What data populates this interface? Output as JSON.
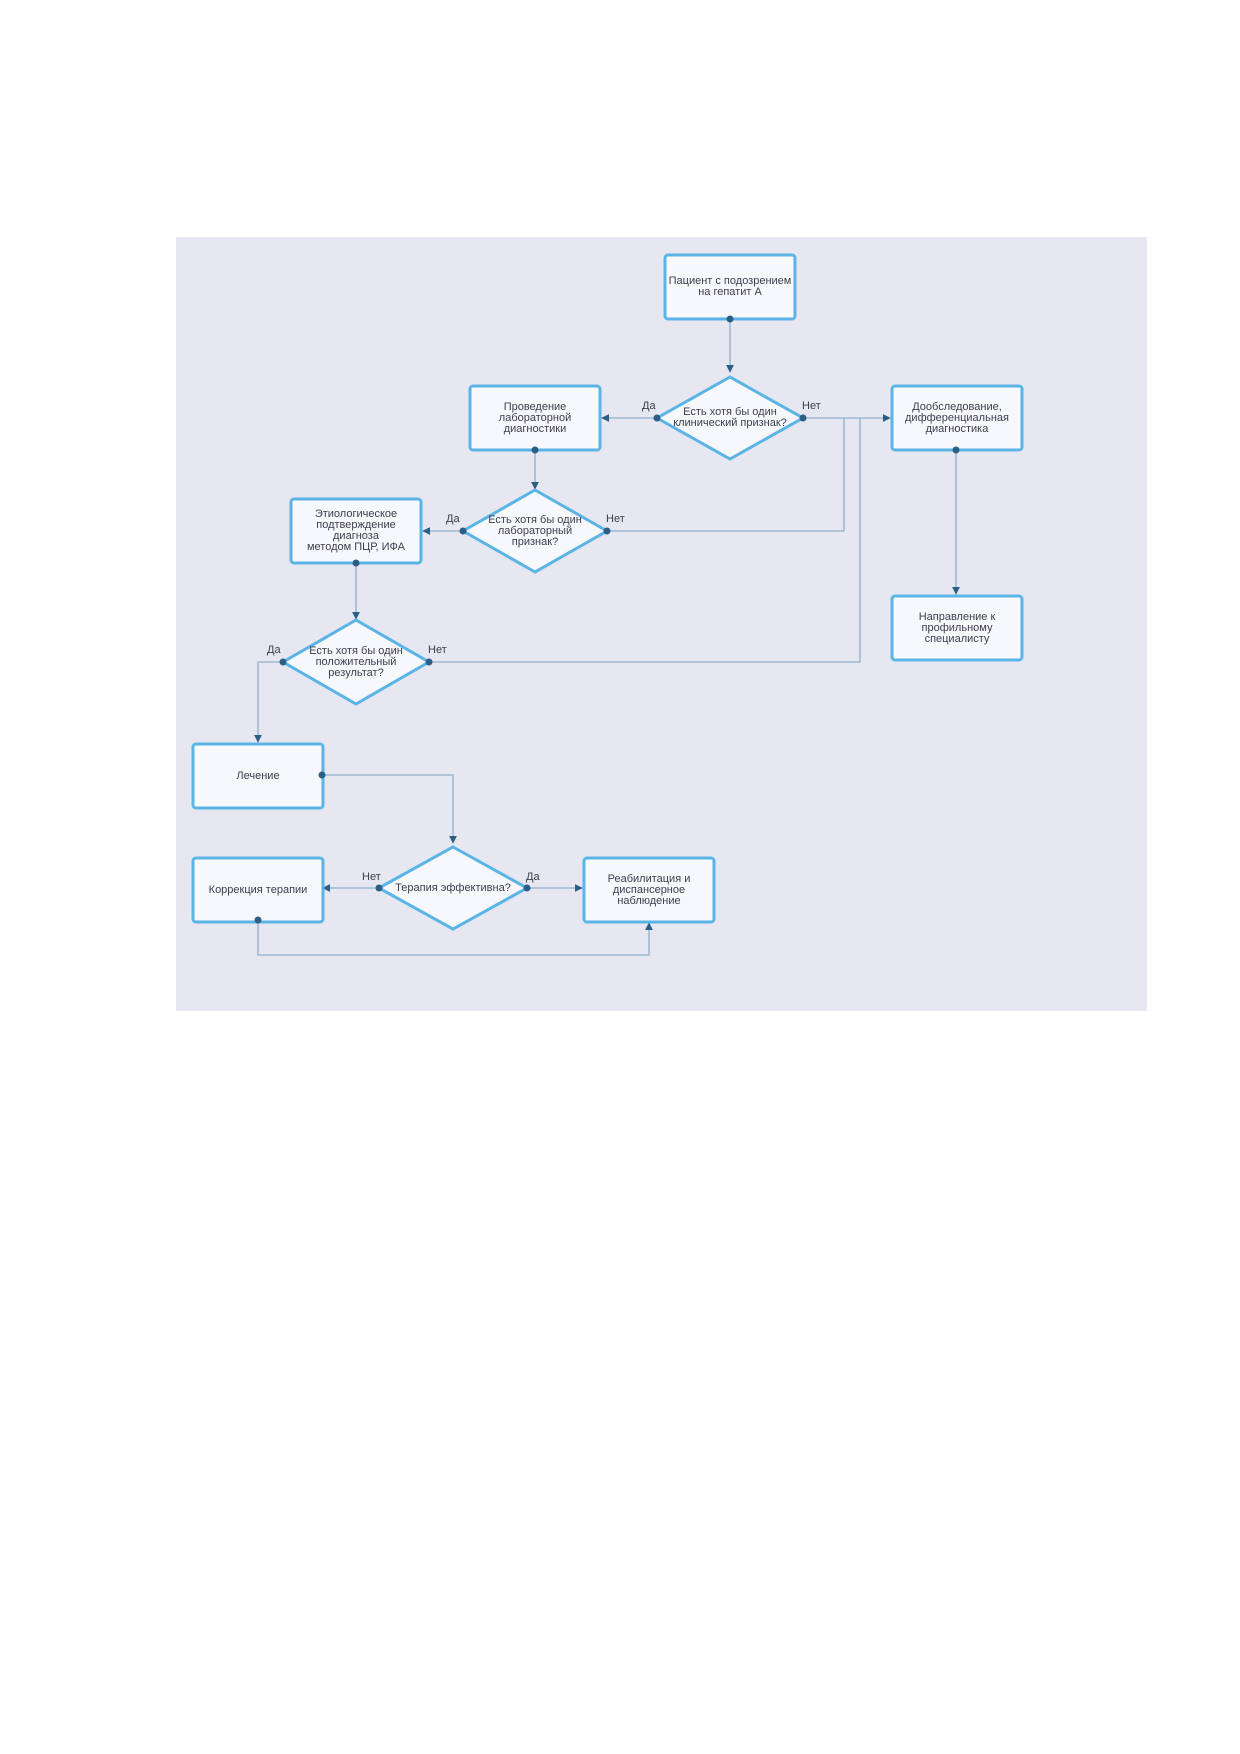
{
  "flowchart": {
    "nodes": {
      "start": "Пациент с подозрением\nна гепатит А",
      "q_clinical": "Есть хотя бы один\nклинический признак?",
      "lab_diag": "Проведение\nлабораторной\nдиагностики",
      "extra_exam": "Дообследование,\nдифференциальная\nдиагностика",
      "q_lab": "Есть хотя бы один\nлабораторный\nпризнак?",
      "etiology": "Этиологическое\nподтверждение\nдиагноза\nметодом ПЦР, ИФА",
      "referral": "Направление к\nпрофильному\nспециалисту",
      "q_positive": "Есть хотя бы один\nположительный\nрезультат?",
      "treatment": "Лечение",
      "q_effective": "Терапия эффективна?",
      "correction": "Коррекция терапии",
      "rehab": "Реабилитация и\nдиспансерное\nнаблюдение"
    },
    "labels": {
      "clinical_yes": "Да",
      "clinical_no": "Нет",
      "lab_yes": "Да",
      "lab_no": "Нет",
      "positive_yes": "Да",
      "positive_no": "Нет",
      "effective_no": "Нет",
      "effective_yes": "Да"
    },
    "colors": {
      "background": "#e6e7f1",
      "node_border": "#5ab4e6",
      "node_fill": "#f7f8fc",
      "connector": "#8fb0cc",
      "dot": "#2c5f85",
      "arrow": "#2c5f85"
    }
  }
}
